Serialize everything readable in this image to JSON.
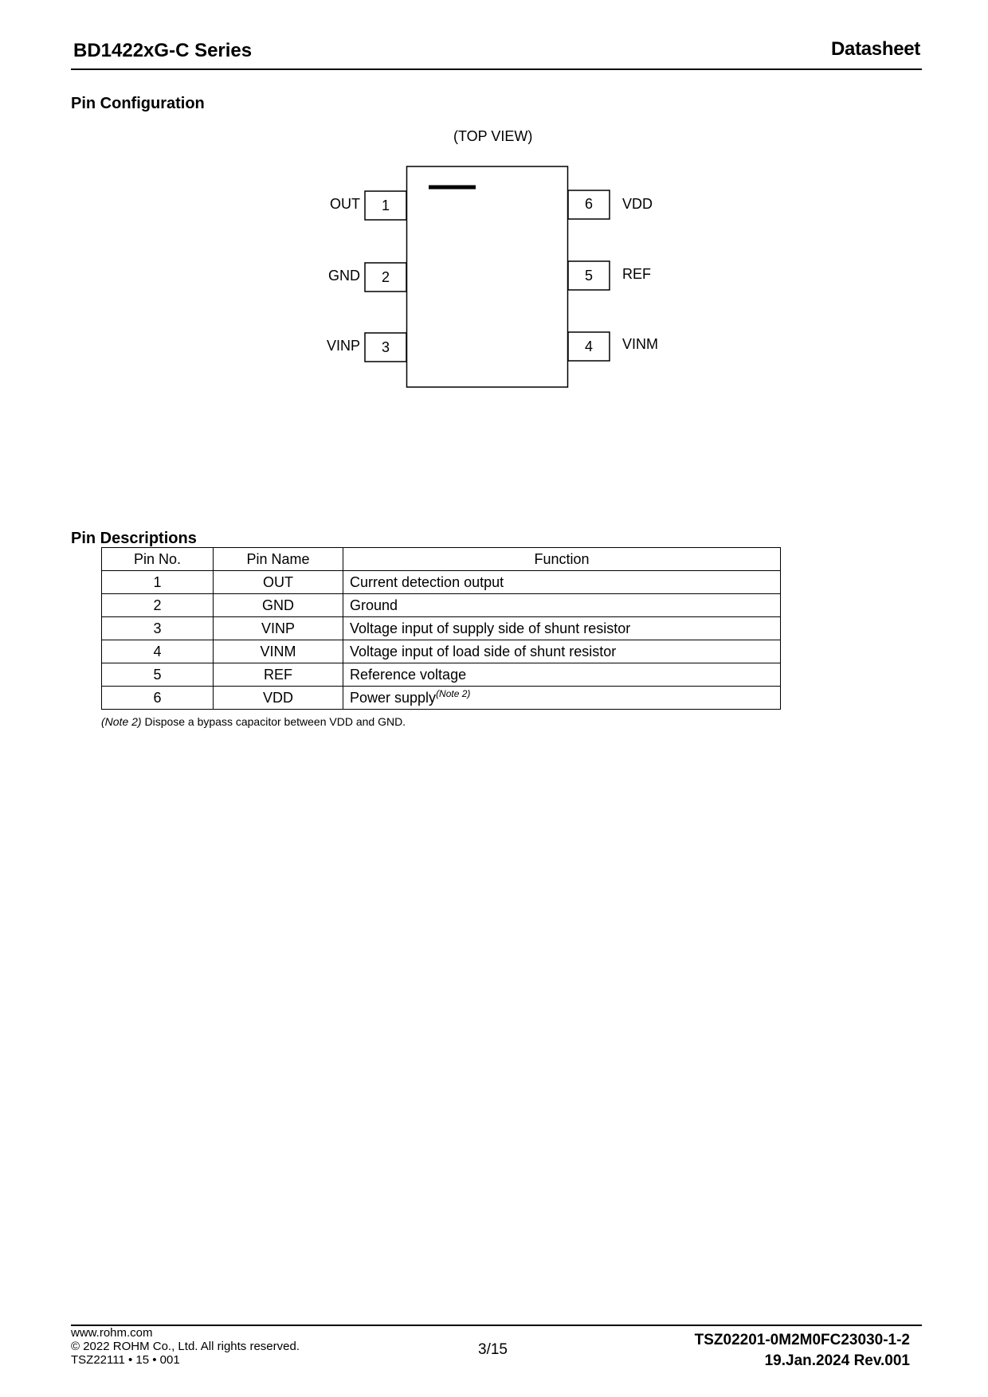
{
  "header": {
    "title": "BD1422xG-C Series",
    "right_label": "Datasheet"
  },
  "pin_configuration": {
    "section_title": "Pin Configuration",
    "view_label": "(TOP VIEW)",
    "left_pins": [
      {
        "number": "1",
        "name": "OUT"
      },
      {
        "number": "2",
        "name": "GND"
      },
      {
        "number": "3",
        "name": "VINP"
      }
    ],
    "right_pins": [
      {
        "number": "6",
        "name": "VDD"
      },
      {
        "number": "5",
        "name": "REF"
      },
      {
        "number": "4",
        "name": "VINM"
      }
    ]
  },
  "pin_descriptions": {
    "section_title": "Pin Descriptions",
    "columns": [
      "Pin No.",
      "Pin Name",
      "Function"
    ],
    "rows": [
      {
        "no": "1",
        "name": "OUT",
        "function": "Current detection output",
        "note": ""
      },
      {
        "no": "2",
        "name": "GND",
        "function": "Ground",
        "note": ""
      },
      {
        "no": "3",
        "name": "VINP",
        "function": "Voltage input of supply side of shunt resistor",
        "note": ""
      },
      {
        "no": "4",
        "name": "VINM",
        "function": "Voltage input of load side of shunt resistor",
        "note": ""
      },
      {
        "no": "5",
        "name": "REF",
        "function": "Reference voltage",
        "note": ""
      },
      {
        "no": "6",
        "name": "VDD",
        "function": "Power supply",
        "note": "(Note 2)"
      }
    ],
    "footnote_label": "(Note 2)",
    "footnote_text": " Dispose a bypass capacitor between VDD and GND."
  },
  "footer": {
    "website": "www.rohm.com",
    "copyright": "© 2022 ROHM Co., Ltd. All rights reserved.",
    "form_code": "TSZ22111 • 15 • 001",
    "page": "3/15",
    "doc_number": "TSZ02201-0M2M0FC23030-1-2",
    "date_rev": "19.Jan.2024 Rev.001"
  }
}
